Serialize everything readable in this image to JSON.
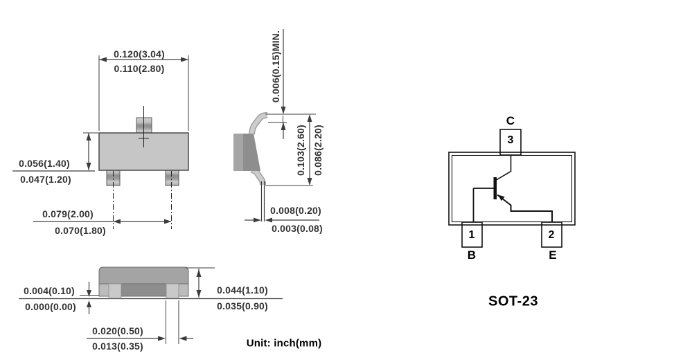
{
  "meta": {
    "unit_note": "Unit: inch(mm)",
    "package_name": "SOT-23"
  },
  "front_view": {
    "width_max": "0.120(3.04)",
    "width_min": "0.110(2.80)",
    "body_height_max": "0.056(1.40)",
    "body_height_min": "0.047(1.20)",
    "lead_span_max": "0.079(2.00)",
    "lead_span_min": "0.070(1.80)"
  },
  "side_view": {
    "tab_clearance_min": "0.006(0.15)MIN.",
    "height_max": "0.103(2.60)",
    "height_min": "0.086(2.20)",
    "lead_thickness_max": "0.008(0.20)",
    "lead_thickness_min": "0.003(0.08)"
  },
  "bottom_view": {
    "standoff_max": "0.004(0.10)",
    "standoff_min": "0.000(0.00)",
    "body_height_max": "0.044(1.10)",
    "body_height_min": "0.035(0.90)",
    "lead_width_max": "0.020(0.50)",
    "lead_width_min": "0.013(0.35)"
  },
  "pinout": {
    "pin1": "1",
    "pin2": "2",
    "pin3": "3",
    "pin1_name": "B",
    "pin2_name": "E",
    "pin3_name": "C"
  },
  "colors": {
    "line": "#3d3d3d",
    "body_fill": "#c6c6c6",
    "body_dark": "#8e8e8e",
    "lead_light": "#c9c9c9"
  }
}
